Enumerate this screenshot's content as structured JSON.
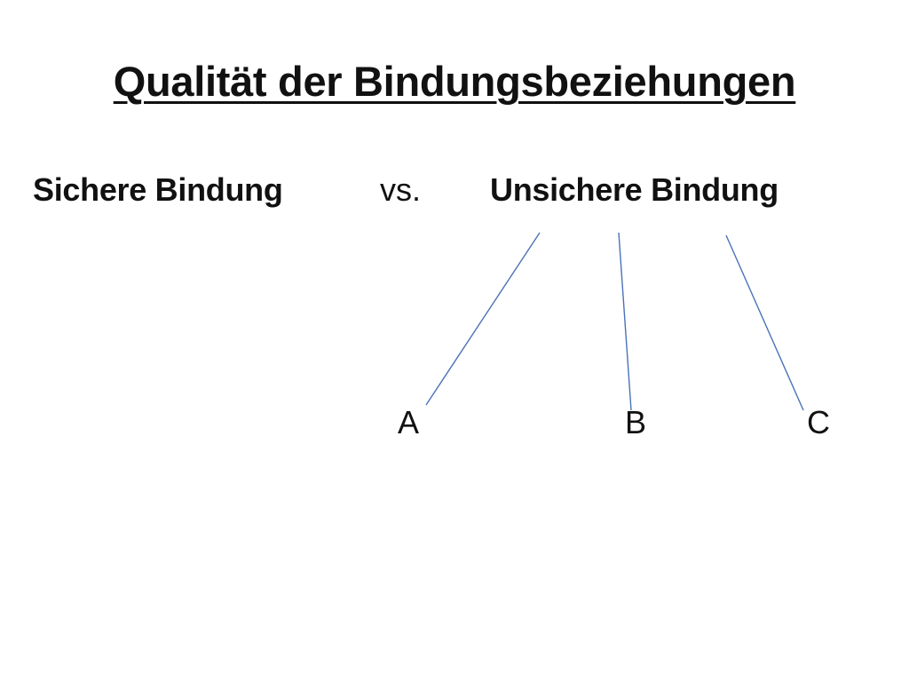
{
  "slide": {
    "title": "Qualität der Bindungsbeziehungen",
    "left_label": "Sichere Bindung",
    "separator": "vs.",
    "right_label": "Unsichere Bindung",
    "subtypes": [
      "A",
      "B",
      "C"
    ]
  },
  "colors": {
    "connector": "#4a72b8",
    "text": "#111111",
    "background": "#ffffff"
  }
}
